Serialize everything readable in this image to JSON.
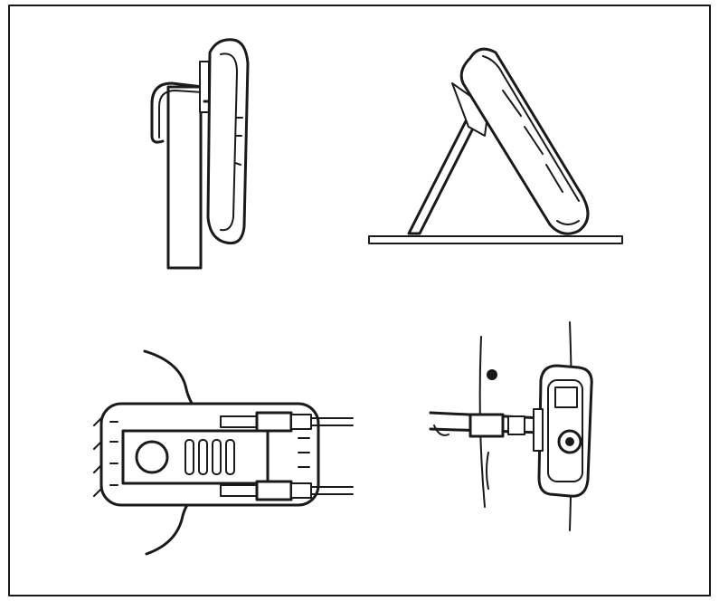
{
  "figure": {
    "panels": [
      {
        "id": "clip-on-pocket",
        "description_icon": "meter-side-clip-icon"
      },
      {
        "id": "tilt-stand",
        "description_icon": "meter-tilt-stand-icon"
      },
      {
        "id": "probe-holder",
        "description_icon": "meter-probe-holder-icon"
      },
      {
        "id": "strap-mount",
        "description_icon": "meter-strap-mount-icon"
      }
    ],
    "colors": {
      "ink": "#1a1a1a",
      "paper": "#ffffff",
      "frame": "#222222"
    }
  }
}
